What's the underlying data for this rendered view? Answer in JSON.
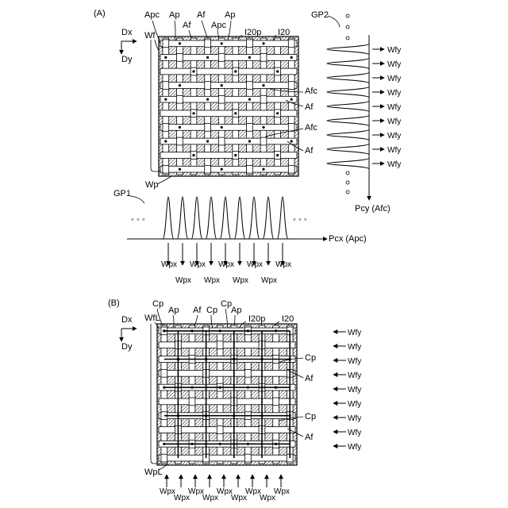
{
  "panel_a": {
    "panel_label": "(A)",
    "axis_x": "Dx",
    "axis_y": "Dy",
    "callouts": {
      "apc_1": "Apc",
      "ap_1": "Ap",
      "af_top": "Af",
      "ap_2": "Ap",
      "af_mid": "Af",
      "apc_2": "Apc",
      "wf": "Wf",
      "i20p": "I20p",
      "i20": "I20",
      "gp2": "GP2",
      "afc_1": "Afc",
      "af_r1": "Af",
      "afc_2": "Afc",
      "af_r2": "Af",
      "wp": "Wp",
      "gp1": "GP1"
    },
    "pcx_label": "Pcx (Apc)",
    "pcy_label": "Pcy (Afc)",
    "wfy_label": "Wfy",
    "wpx_label": "Wpx",
    "continuation": "◦  ◦  ◦"
  },
  "panel_b": {
    "panel_label": "(B)",
    "axis_x": "Dx",
    "axis_y": "Dy",
    "callouts": {
      "cp_1": "Cp",
      "ap_1": "Ap",
      "af": "Af",
      "cp_2": "Cp",
      "cp_3": "Cp",
      "ap_2": "Ap",
      "wfl": "WfL",
      "i20p": "I20p",
      "i20": "I20",
      "cp_r1": "Cp",
      "af_r1": "Af",
      "cp_r2": "Cp",
      "af_r2": "Af",
      "wpl": "WpL"
    },
    "wfy_label": "Wfy",
    "wpx_label": "Wpx"
  }
}
